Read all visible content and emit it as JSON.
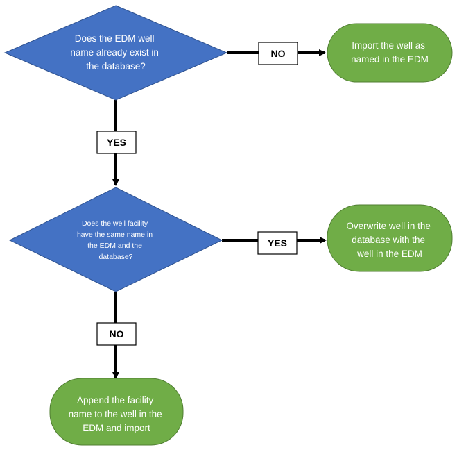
{
  "colors": {
    "decision_fill": "#4472C4",
    "decision_stroke": "#2F528F",
    "terminal_fill": "#70AD47",
    "terminal_stroke": "#507E32",
    "connector": "#000000",
    "label_fill": "#ffffff",
    "label_stroke": "#000000"
  },
  "decision1": {
    "lines": [
      "Does the EDM well",
      "name already exist in",
      "the database?"
    ]
  },
  "decision2": {
    "lines": [
      "Does the well facility",
      "have the same name in",
      "the EDM and the",
      "database?"
    ]
  },
  "terminal_import": {
    "lines": [
      "Import the well as",
      "named in the EDM"
    ]
  },
  "terminal_overwrite": {
    "lines": [
      "Overwrite well in the",
      "database with the",
      "well in the EDM"
    ]
  },
  "terminal_append": {
    "lines": [
      "Append the facility",
      "name to the well in the",
      "EDM and import"
    ]
  },
  "labels": {
    "d1_no": "NO",
    "d1_yes": "YES",
    "d2_yes": "YES",
    "d2_no": "NO"
  },
  "icons": {
    "arrowhead": "arrow-head-icon"
  }
}
